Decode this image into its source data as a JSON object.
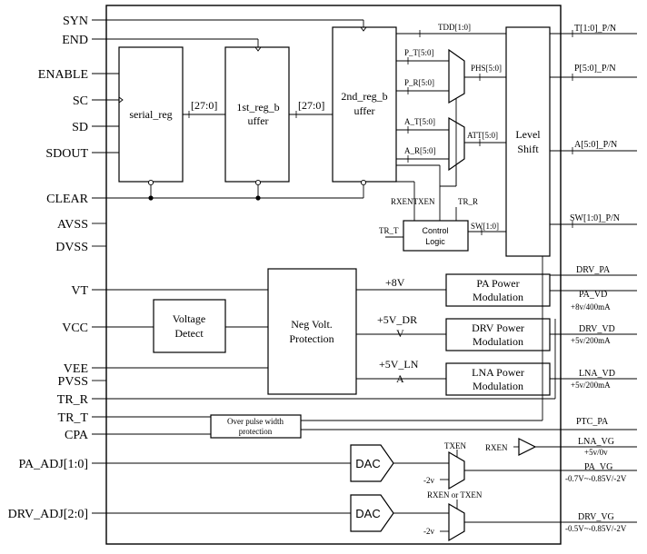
{
  "left_pins": [
    "SYN",
    "END",
    "ENABLE",
    "SC",
    "SD",
    "SDOUT",
    "CLEAR",
    "AVSS",
    "DVSS",
    "VT",
    "VCC",
    "VEE",
    "PVSS",
    "TR_R",
    "TR_T",
    "CPA",
    "PA_ADJ[1:0]",
    "DRV_ADJ[2:0]"
  ],
  "right_pins": [
    "T[1:0]_P/N",
    "P[5:0]_P/N",
    "A[5:0]_P/N",
    "SW[1:0]_P/N",
    "DRV_PA",
    "PA_VD",
    "+8v/400mA",
    "DRV_VD",
    "+5v/200mA",
    "LNA_VD",
    "+5v/200mA",
    "PTC_PA",
    "LNA_VG",
    "+5v/0v",
    "PA_VG",
    "-0.7V~-0.85V/-2V",
    "DRV_VG",
    "-0.5V~-0.85V/-2V"
  ],
  "blocks": {
    "serial_reg": "serial_reg",
    "reg1_line1": "1st_reg_b",
    "reg1_line2": "uffer",
    "reg2_line1": "2nd_reg_b",
    "reg2_line2": "uffer",
    "level_shift_line1": "Level",
    "level_shift_line2": "Shift",
    "control_logic_line1": "Control",
    "control_logic_line2": "Logic",
    "voltage_detect_line1": "Voltage",
    "voltage_detect_line2": "Detect",
    "neg_volt_line1": "Neg Volt.",
    "neg_volt_line2": "Protection",
    "pa_power_line1": "PA Power",
    "pa_power_line2": "Modulation",
    "drv_power_line1": "DRV Power",
    "drv_power_line2": "Modulation",
    "lna_power_line1": "LNA Power",
    "lna_power_line2": "Modulation",
    "over_pulse_line1": "Over pulse width",
    "over_pulse_line2": "protection",
    "dac1": "DAC",
    "dac2": "DAC"
  },
  "signals": {
    "bus_27_a": "[27:0]",
    "bus_27_b": "[27:0]",
    "tdd": "TDD[1:0]",
    "p_t": "P_T[5:0]",
    "p_r": "P_R[5:0]",
    "a_t": "A_T[5:0]",
    "a_r": "A_R[5:0]",
    "phs": "PHS[5:0]",
    "att": "ATT[5:0]",
    "rxen_txen": "RXENTXEN",
    "tr_r": "TR_R",
    "tr_t": "TR_T",
    "sw": "SW[1:0]",
    "v8": "+8V",
    "v5_dr_1": "+5V_DR",
    "v5_dr_2": "V",
    "v5_ln_1": "+5V_LN",
    "v5_ln_2": "A",
    "txen": "TXEN",
    "rxen": "RXEN",
    "rxen_or_txen": "RXEN or TXEN",
    "minus2v_a": "-2v",
    "minus2v_b": "-2v"
  }
}
